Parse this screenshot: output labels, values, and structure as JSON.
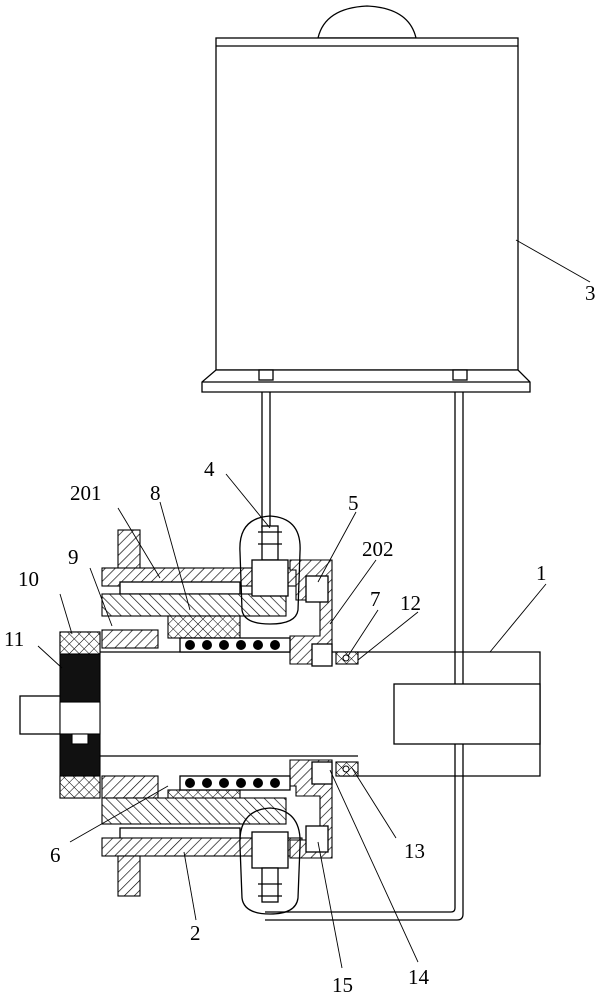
{
  "diagram": {
    "labels": {
      "l1": "1",
      "l2": "2",
      "l3": "3",
      "l4": "4",
      "l5": "5",
      "l6": "6",
      "l7": "7",
      "l8": "8",
      "l9": "9",
      "l10": "10",
      "l11": "11",
      "l12": "12",
      "l13": "13",
      "l14": "14",
      "l15": "15",
      "l201": "201",
      "l202": "202"
    }
  }
}
